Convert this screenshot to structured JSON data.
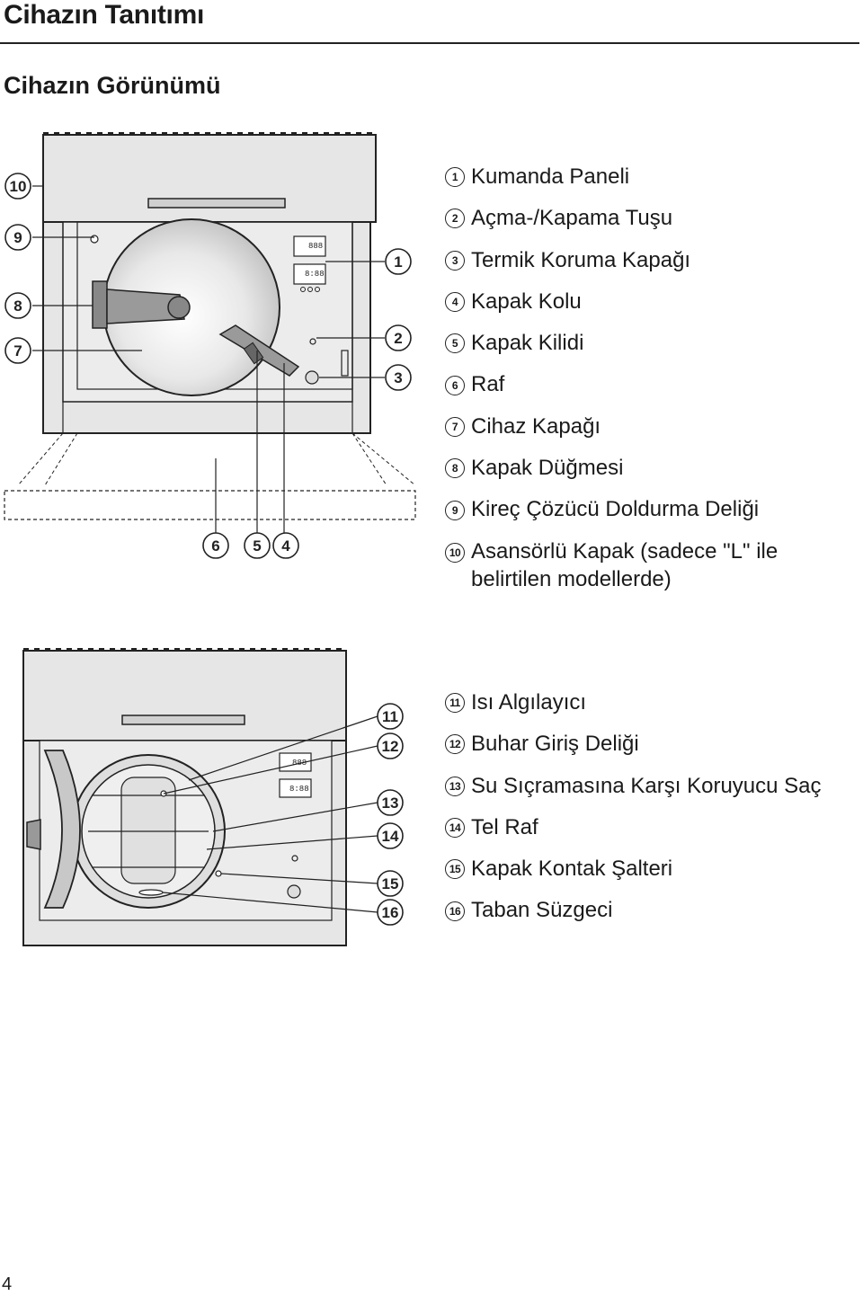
{
  "page": {
    "title": "Cihazın Tanıtımı",
    "number": "4"
  },
  "section": {
    "title": "Cihazın Görünümü"
  },
  "legend_top": [
    {
      "num": "1",
      "label": "Kumanda Paneli"
    },
    {
      "num": "2",
      "label": "Açma-/Kapama Tuşu"
    },
    {
      "num": "3",
      "label": "Termik Koruma Kapağı"
    },
    {
      "num": "4",
      "label": "Kapak Kolu"
    },
    {
      "num": "5",
      "label": "Kapak Kilidi"
    },
    {
      "num": "6",
      "label": "Raf"
    },
    {
      "num": "7",
      "label": "Cihaz Kapağı"
    },
    {
      "num": "8",
      "label": "Kapak Düğmesi"
    },
    {
      "num": "9",
      "label": "Kireç Çözücü Doldurma Deliği"
    },
    {
      "num": "10",
      "label": "Asansörlü Kapak (sadece \"L\" ile belirtilen modellerde)"
    }
  ],
  "legend_bottom": [
    {
      "num": "11",
      "label": "Isı Algılayıcı"
    },
    {
      "num": "12",
      "label": "Buhar Giriş Deliği"
    },
    {
      "num": "13",
      "label": "Su Sıçramasına Karşı Koruyucu Saç"
    },
    {
      "num": "14",
      "label": "Tel Raf"
    },
    {
      "num": "15",
      "label": "Kapak Kontak Şalteri"
    },
    {
      "num": "16",
      "label": "Taban Süzgeci"
    }
  ],
  "panel_display": {
    "digits_top": "888",
    "digits_bottom": "8:88"
  },
  "colors": {
    "panel_fill": "#e6e6e6",
    "line": "#222222",
    "door_fill": "#d9d9d9"
  }
}
